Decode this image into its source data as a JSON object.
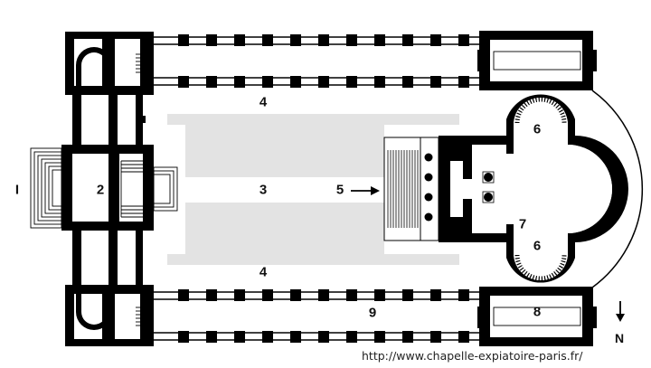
{
  "labels": {
    "l1": "I",
    "l2": "2",
    "l3": "3",
    "l4_top": "4",
    "l4_bottom": "4",
    "l5": "5",
    "l6_top": "6",
    "l6_bottom": "6",
    "l7": "7",
    "l8": "8",
    "l9": "9"
  },
  "compass": {
    "label": "N"
  },
  "source_url": "http://www.chapelle-expiatoire-paris.fr/",
  "colors": {
    "wall": "#000000",
    "nave_fill": "#e3e3e3",
    "background": "#ffffff"
  }
}
